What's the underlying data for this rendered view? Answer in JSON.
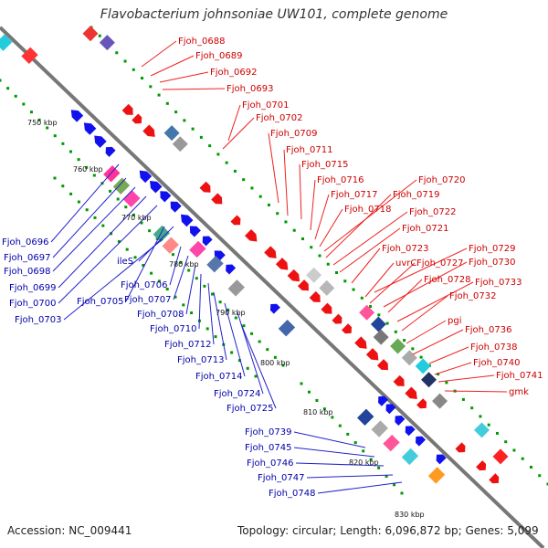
{
  "title": "Flavobacterium johnsoniae UW101, complete genome",
  "accession": "Accession: NC_009441",
  "topology": "Topology: circular; Length: 6,096,872 bp; Genes: 5,099",
  "colors": {
    "forward": "#ee1111",
    "reverse": "#1111ee",
    "backbone": "#888888",
    "ticks": "#009900"
  },
  "scale_labels": [
    "750 kbp",
    "760 kbp",
    "770 kbp",
    "780 kbp",
    "790 kbp",
    "800 kbp",
    "810 kbp",
    "820 kbp",
    "830 kbp"
  ],
  "forward_labels": [
    "Fjoh_0688",
    "Fjoh_0689",
    "Fjoh_0692",
    "Fjoh_0693",
    "Fjoh_0701",
    "Fjoh_0702",
    "Fjoh_0709",
    "Fjoh_0711",
    "Fjoh_0715",
    "Fjoh_0716",
    "Fjoh_0717",
    "Fjoh_0718",
    "Fjoh_0720",
    "Fjoh_0719",
    "Fjoh_0722",
    "Fjoh_0721",
    "Fjoh_0723",
    "Fjoh_0729",
    "uvrC",
    "Fjoh_0727",
    "Fjoh_0730",
    "Fjoh_0728",
    "Fjoh_0733",
    "Fjoh_0732",
    "pgi",
    "Fjoh_0736",
    "Fjoh_0738",
    "Fjoh_0740",
    "Fjoh_0741",
    "gmk"
  ],
  "reverse_labels": [
    "Fjoh_0696",
    "Fjoh_0697",
    "Fjoh_0698",
    "Fjoh_0699",
    "Fjoh_0700",
    "Fjoh_0705",
    "Fjoh_0703",
    "ileS",
    "Fjoh_0706",
    "Fjoh_0707",
    "Fjoh_0708",
    "Fjoh_0710",
    "Fjoh_0712",
    "Fjoh_0713",
    "Fjoh_0714",
    "Fjoh_0724",
    "Fjoh_0725",
    "Fjoh_0739",
    "Fjoh_0745",
    "Fjoh_0746",
    "Fjoh_0747",
    "Fjoh_0748"
  ]
}
